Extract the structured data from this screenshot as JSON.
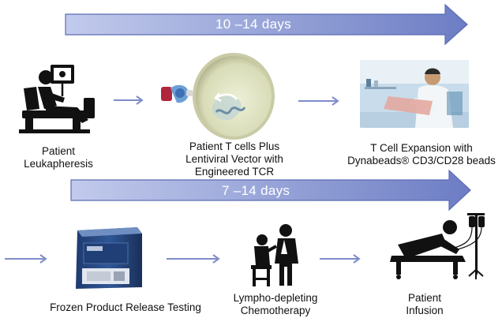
{
  "banners": {
    "top": {
      "label": "10 –14 days"
    },
    "bottom": {
      "label": "7 –14 days"
    }
  },
  "steps": [
    {
      "id": "leukapheresis",
      "lines": [
        "Patient",
        "Leukapheresis"
      ],
      "icon": "patient-leukapheresis-icon"
    },
    {
      "id": "transduction",
      "lines": [
        "Patient T cells Plus",
        "Lentiviral Vector with",
        "Engineered TCR"
      ],
      "icon": "t-cell-vector-icon"
    },
    {
      "id": "expansion",
      "lines": [
        "T Cell Expansion with",
        "Dynabeads® CD3/CD28 beads"
      ],
      "icon": "lab-scientist-photo"
    },
    {
      "id": "release-testing",
      "lines": [
        "Frozen Product Release Testing"
      ],
      "icon": "flow-cytometer-photo"
    },
    {
      "id": "chemotherapy",
      "lines": [
        "Lympho-depleting",
        "Chemotherapy"
      ],
      "icon": "doctor-patient-icon"
    },
    {
      "id": "infusion",
      "lines": [
        "Patient",
        "Infusion"
      ],
      "icon": "patient-infusion-icon"
    }
  ],
  "colors": {
    "banner_light": "#b5c0e6",
    "banner_dark": "#6f7fc5",
    "flow_arrow": "#7f8cc9",
    "icon": "#111111"
  }
}
